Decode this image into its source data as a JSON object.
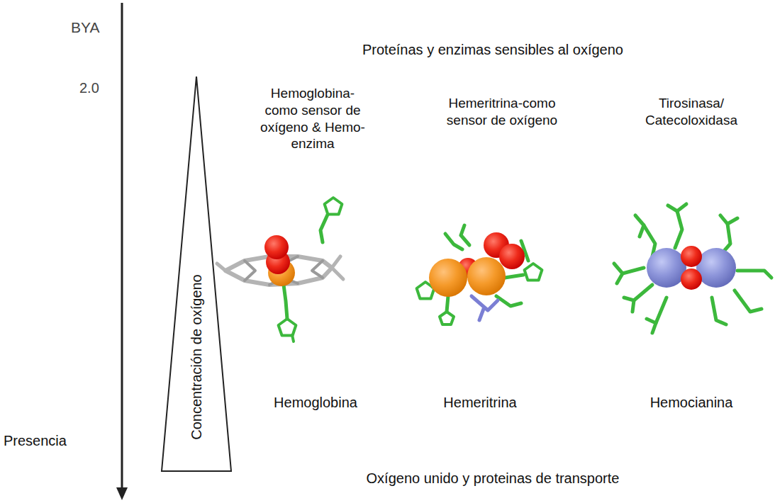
{
  "diagram": {
    "nodes": [
      {
        "text": [
          "Concentración de oxígeno"
        ]
      }
    ],
    "labels": [
      "BYA",
      "2.0",
      "Proteínas y enzimas sensibles al oxígeno",
      "Hemoglobina- como sensor de oxígeno & Hemo- enzima",
      "Hemeritrina-como sensor de oxígeno",
      "Tirosinasa/ Catecoloxidasa",
      "Hemoglobina",
      "Hemeritrina",
      "Hemocianina",
      "Oxígeno unido y proteinas de transporte",
      "Presencia"
    ]
  }
}
